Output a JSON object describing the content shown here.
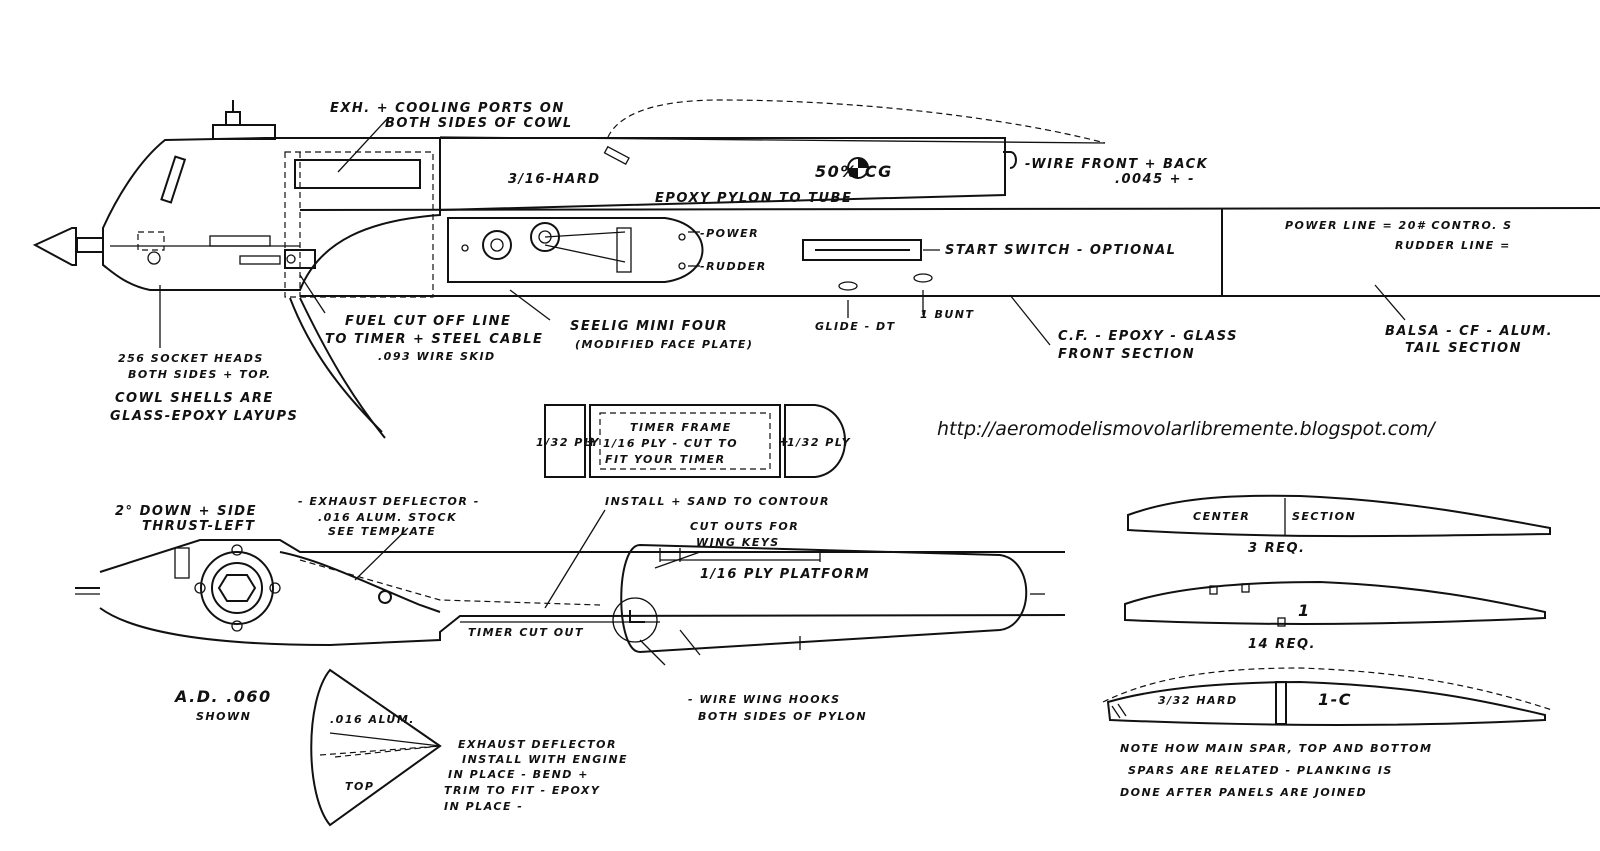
{
  "labels": {
    "exh_ports_1": "EXH. + COOLING PORTS ON",
    "exh_ports_2": "BOTH SIDES OF COWL",
    "hard_pre": "3/16-HARD",
    "cg": "50% CG",
    "epoxy_pylon": "EPOXY PYLON TO TUBE",
    "wire_front_1": "-WIRE FRONT + BACK",
    "wire_front_2": ".0045 + -",
    "power": "-POWER",
    "rudder": "-RUDDER",
    "start_switch": "START SWITCH - OPTIONAL",
    "power_line": "POWER LINE = 20# CONTRO. S",
    "rudder_line": "RUDDER LINE =",
    "fuel_cut_1": "FUEL CUT OFF LINE",
    "fuel_cut_2": "TO TIMER + STEEL CABLE",
    "wire_skid": ".093 WIRE SKID",
    "seelig_1": "SEELIG MINI FOUR",
    "seelig_2": "(MODIFIED FACE PLATE)",
    "glide_dt": "GLIDE - DT",
    "bunt": "1 BUNT",
    "front_section_1": "C.F. - EPOXY - GLASS",
    "front_section_2": "FRONT SECTION",
    "tail_section_1": "BALSA - CF - ALUM.",
    "tail_section_2": "TAIL SECTION",
    "socket_1": "256 SOCKET HEADS",
    "socket_2": "BOTH SIDES + TOP.",
    "cowl_1": "COWL SHELLS ARE",
    "cowl_2": "GLASS-EPOXY LAYUPS",
    "ply_left": "1/32 PLY",
    "timer_frame_1": "TIMER FRAME",
    "timer_frame_2": "1/16 PLY - CUT TO",
    "timer_frame_3": "FIT YOUR TIMER",
    "ply_right": "1/32 PLY",
    "url": "http://aeromodelismovolarlibremente.blogspot.com/",
    "thrust_1": "2° DOWN + SIDE",
    "thrust_2": "THRUST-LEFT",
    "deflector_1": "- EXHAUST DEFLECTOR -",
    "deflector_2": ".016 ALUM. STOCK",
    "deflector_3": "SEE TEMPLATE",
    "install_sand": "INSTALL + SAND TO CONTOUR",
    "cutouts_1": "CUT OUTS FOR",
    "cutouts_2": "WING KEYS",
    "ply_platform": "1/16 PLY PLATFORM",
    "timer_cutout": "TIMER CUT OUT",
    "ad_1": "A.D. .060",
    "ad_2": "SHOWN",
    "alum_016": ".016 ALUM.",
    "top": "TOP",
    "exh_def_1": "EXHAUST DEFLECTOR",
    "exh_def_2": "INSTALL WITH ENGINE",
    "exh_def_3": "IN PLACE - BEND +",
    "exh_def_4": "TRIM TO FIT - EPOXY",
    "exh_def_5": "IN PLACE -",
    "wing_hooks_1": "- WIRE WING HOOKS",
    "wing_hooks_2": "BOTH SIDES OF PYLON",
    "center": "CENTER",
    "section": "SECTION",
    "req_3": "3 REQ.",
    "rib_1": "1",
    "req_14": "14 REQ.",
    "hard_332": "3/32 HARD",
    "rib_1c": "1-C",
    "note_1": "NOTE HOW MAIN SPAR, TOP AND BOTTOM",
    "note_2": "SPARS ARE RELATED - PLANKING IS",
    "note_3": "DONE AFTER PANELS ARE JOINED"
  }
}
